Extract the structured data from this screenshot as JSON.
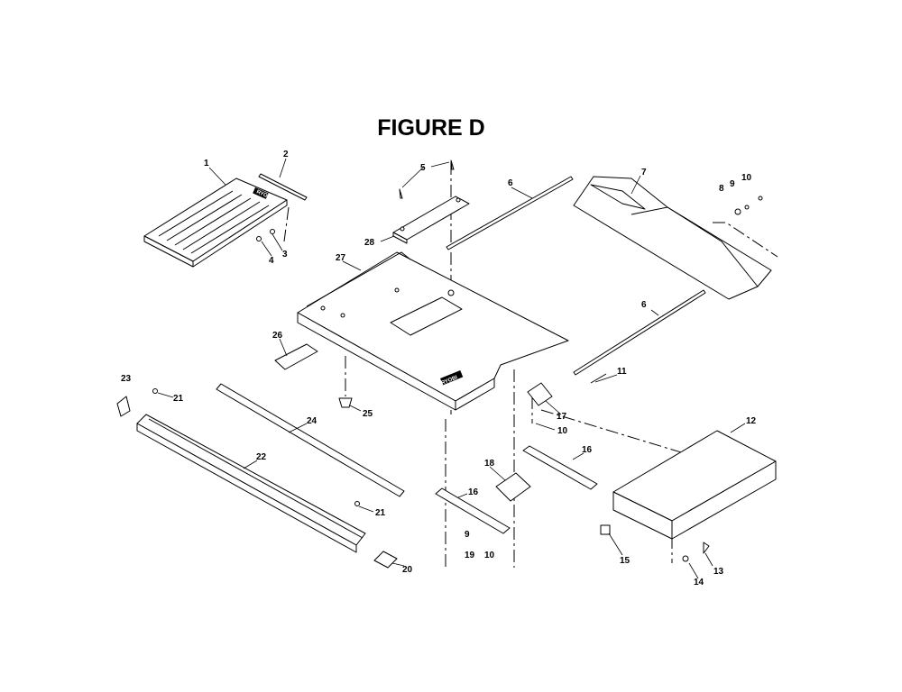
{
  "figure_title": "FIGURE D",
  "brand_logo_text": "RYOBI",
  "callouts": {
    "c1": "1",
    "c2": "2",
    "c3": "3",
    "c4": "4",
    "c5": "5",
    "c6a": "6",
    "c6b": "6",
    "c7": "7",
    "c8": "8",
    "c9a": "9",
    "c9b": "9",
    "c10a": "10",
    "c10b": "10",
    "c10c": "10",
    "c11": "11",
    "c12": "12",
    "c13": "13",
    "c14": "14",
    "c15": "15",
    "c16a": "16",
    "c16b": "16",
    "c17": "17",
    "c18": "18",
    "c19": "19",
    "c20": "20",
    "c21a": "21",
    "c21b": "21",
    "c22": "22",
    "c23": "23",
    "c24": "24",
    "c25": "25",
    "c26": "26",
    "c27": "27",
    "c28": "28"
  }
}
